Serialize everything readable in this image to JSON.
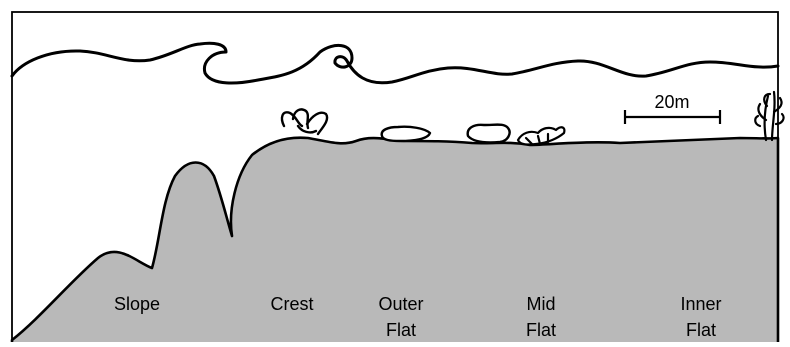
{
  "colors": {
    "background": "#ffffff",
    "reef": "#b9b9b9",
    "ink": "#000000"
  },
  "scale_bar": {
    "label": "20m"
  },
  "zones": [
    {
      "lines": [
        "Slope"
      ]
    },
    {
      "lines": [
        "Crest"
      ]
    },
    {
      "lines": [
        "Outer",
        "Flat"
      ]
    },
    {
      "lines": [
        "Mid",
        "Flat"
      ]
    },
    {
      "lines": [
        "Inner",
        "Flat"
      ]
    }
  ],
  "icons": {
    "wave": "breaking-wave-icon",
    "coral_crest": "branching-coral-icon",
    "boulder": "boulder-icon",
    "coral_mid": "table-coral-icon",
    "seagrass": "seagrass-icon"
  }
}
